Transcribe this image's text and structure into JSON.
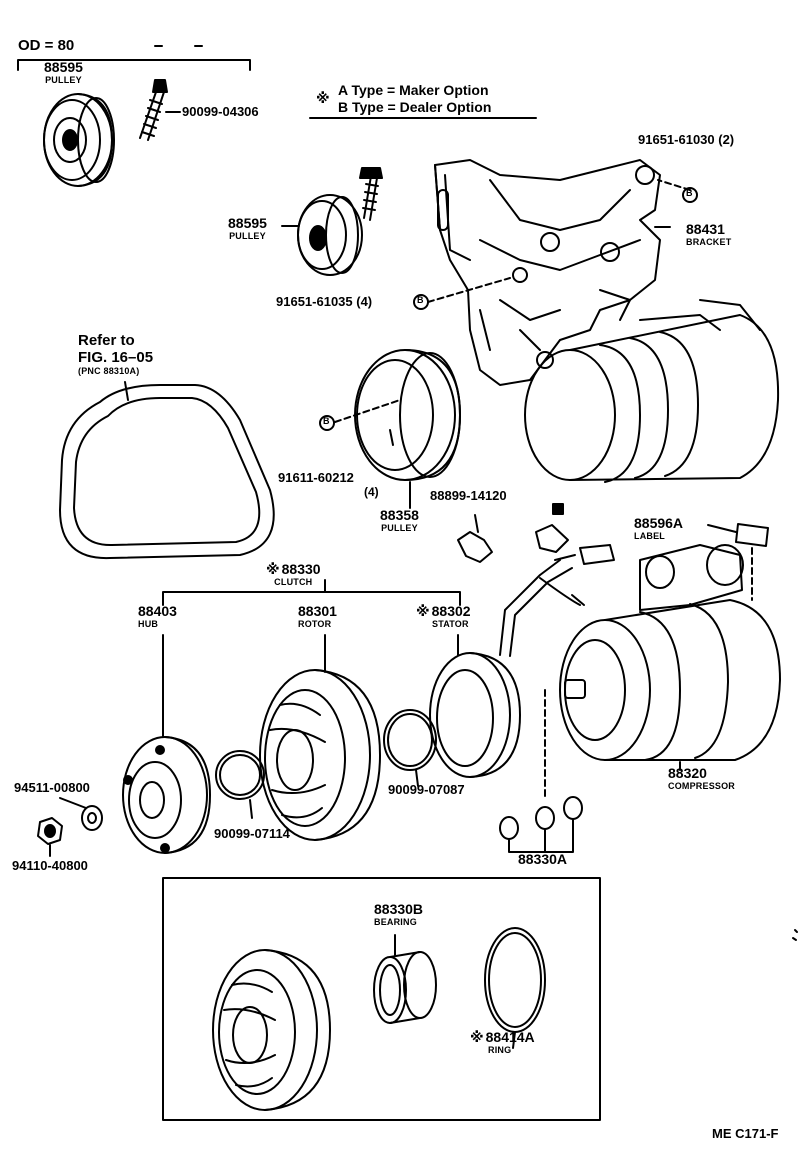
{
  "od_label": "OD = 80",
  "legend": {
    "mark": "※",
    "a_type": "A Type = Maker Option",
    "b_type": "B Type = Dealer Option"
  },
  "refer": {
    "line1": "Refer to",
    "line2": "FIG. 16–05",
    "line3": "(PNC 88310A)"
  },
  "parts": {
    "pulley_od80": {
      "number": "88595",
      "name": "PULLEY"
    },
    "bolt_04306": {
      "number": "90099-04306"
    },
    "pulley_idler": {
      "number": "88595",
      "name": "PULLEY"
    },
    "bolt_61030": {
      "number": "91651-61030 (2)"
    },
    "bracket": {
      "number": "88431",
      "name": "BRACKET"
    },
    "bolt_61035": {
      "number": "91651-61035 (4)"
    },
    "bolt_60212": {
      "number": "91611-60212",
      "qty": "(4)"
    },
    "pulley_88358": {
      "number": "88358",
      "name": "PULLEY"
    },
    "clip_14120": {
      "number": "88899-14120"
    },
    "label": {
      "number": "88596A",
      "name": "LABEL"
    },
    "clutch": {
      "mark": "※",
      "number": "88330",
      "name": "CLUTCH"
    },
    "hub": {
      "number": "88403",
      "name": "HUB"
    },
    "rotor": {
      "number": "88301",
      "name": "ROTOR"
    },
    "stator": {
      "mark": "※",
      "number": "88302",
      "name": "STATOR"
    },
    "washer_00800": {
      "number": "94511-00800"
    },
    "nut_40800": {
      "number": "94110-40800"
    },
    "ring_07114": {
      "number": "90099-07114"
    },
    "ring_07087": {
      "number": "90099-07087"
    },
    "compressor": {
      "number": "88320",
      "name": "COMPRESSOR"
    },
    "shims": {
      "number": "88330A"
    },
    "bearing": {
      "number": "88330B",
      "name": "BEARING"
    },
    "ring_88414": {
      "mark": "※",
      "number": "88414A",
      "name": "RING"
    }
  },
  "callout_marker": "B",
  "footer_code": "ME C171-F"
}
